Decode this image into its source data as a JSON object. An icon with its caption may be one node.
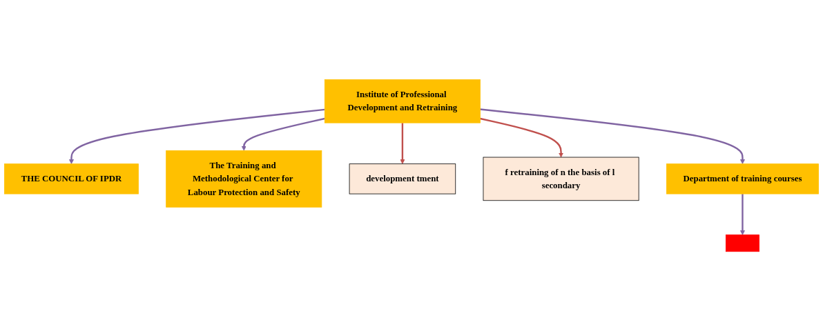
{
  "diagram": {
    "nodes": [
      {
        "text": [
          "Institute of Professional Development and Retraining"
        ]
      },
      {
        "text": [
          "THE COUNCIL OF IPDR"
        ]
      },
      {
        "text": [
          "The Training and Methodological Center for Labour Protection and Safety"
        ]
      },
      {
        "text": [
          "development tment"
        ]
      },
      {
        "text": [
          "f retraining of n the basis of l secondary"
        ]
      },
      {
        "text": [
          "Department of training courses"
        ]
      },
      {
        "text": [],
        "shape": "box"
      }
    ],
    "edges": [
      {
        "from": 0,
        "to": 1,
        "arrow": "to"
      },
      {
        "from": 0,
        "to": 2,
        "arrow": "to"
      },
      {
        "from": 0,
        "to": 3,
        "arrow": "to",
        "color": "#c0504d"
      },
      {
        "from": 0,
        "to": 4,
        "arrow": "to",
        "color": "#c0504d"
      },
      {
        "from": 0,
        "to": 5,
        "arrow": "to"
      },
      {
        "from": 5,
        "to": 6,
        "arrow": "to"
      }
    ]
  }
}
